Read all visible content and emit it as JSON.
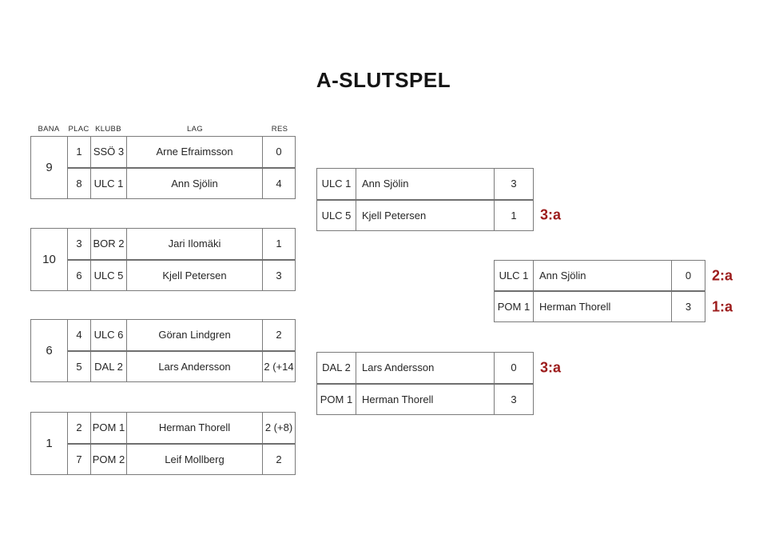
{
  "title": "A-SLUTSPEL",
  "colors": {
    "accent_red": "#9c1b1b",
    "border_gray": "#7b7b7b"
  },
  "headers": {
    "bana": "BANA",
    "plac": "PLAC",
    "klubb": "KLUBB",
    "lag": "LAG",
    "res": "RES"
  },
  "round1": [
    {
      "bana": "9",
      "rows": [
        {
          "plac": "1",
          "klubb": "SSÖ 3",
          "lag": "Arne Efraimsson",
          "res": "0"
        },
        {
          "plac": "8",
          "klubb": "ULC 1",
          "lag": "Ann Sjölin",
          "res": "4"
        }
      ]
    },
    {
      "bana": "10",
      "rows": [
        {
          "plac": "3",
          "klubb": "BOR 2",
          "lag": "Jari Ilomäki",
          "res": "1"
        },
        {
          "plac": "6",
          "klubb": "ULC 5",
          "lag": "Kjell Petersen",
          "res": "3"
        }
      ]
    },
    {
      "bana": "6",
      "rows": [
        {
          "plac": "4",
          "klubb": "ULC 6",
          "lag": "Göran Lindgren",
          "res": "2"
        },
        {
          "plac": "5",
          "klubb": "DAL 2",
          "lag": "Lars Andersson",
          "res": "2 (+14"
        }
      ]
    },
    {
      "bana": "1",
      "rows": [
        {
          "plac": "2",
          "klubb": "POM 1",
          "lag": "Herman Thorell",
          "res": "2 (+8)"
        },
        {
          "plac": "7",
          "klubb": "POM 2",
          "lag": "Leif Mollberg",
          "res": "2"
        }
      ]
    }
  ],
  "semifinals": [
    {
      "rows": [
        {
          "klubb": "ULC 1",
          "lag": "Ann Sjölin",
          "res": "3"
        },
        {
          "klubb": "ULC 5",
          "lag": "Kjell Petersen",
          "res": "1",
          "place": "3:a"
        }
      ]
    },
    {
      "rows": [
        {
          "klubb": "DAL 2",
          "lag": "Lars Andersson",
          "res": "0",
          "place": "3:a"
        },
        {
          "klubb": "POM 1",
          "lag": "Herman Thorell",
          "res": "3"
        }
      ]
    }
  ],
  "final": {
    "rows": [
      {
        "klubb": "ULC 1",
        "lag": "Ann Sjölin",
        "res": "0",
        "place": "2:a"
      },
      {
        "klubb": "POM 1",
        "lag": "Herman Thorell",
        "res": "3",
        "place": "1:a"
      }
    ]
  }
}
